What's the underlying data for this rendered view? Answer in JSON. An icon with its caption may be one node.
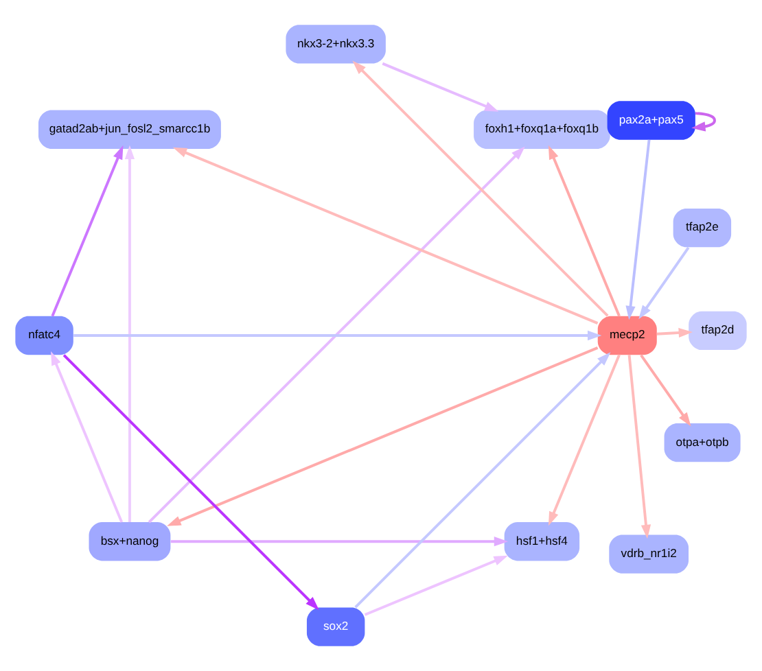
{
  "diagram": {
    "nodes": [
      {
        "text": [
          "nkx3-2+nkx3.3"
        ]
      },
      {
        "text": [
          "vdrb_nr1i2"
        ]
      },
      {
        "text": [
          "gatad2ab+jun_fosl2_smarcc1b"
        ]
      },
      {
        "text": [
          "bsx+nanog"
        ]
      },
      {
        "text": [
          "otpa+otpb"
        ]
      },
      {
        "text": [
          "hsf1+hsf4"
        ]
      },
      {
        "text": [
          "mecp2"
        ]
      },
      {
        "text": [
          "foxh1+foxq1a+foxq1b"
        ]
      },
      {
        "text": [
          "tfap2e"
        ]
      },
      {
        "text": [
          "tfap2d"
        ]
      },
      {
        "text": [
          "nfatc4"
        ]
      },
      {
        "text": [
          "pax2a+pax5"
        ]
      },
      {
        "text": [
          "sox2"
        ]
      }
    ],
    "edges": [
      {
        "from": 6,
        "to": 0,
        "arrow": "to"
      },
      {
        "from": 6,
        "to": 1,
        "arrow": "to"
      },
      {
        "from": 6,
        "to": 2,
        "arrow": "to"
      },
      {
        "from": 6,
        "to": 3,
        "arrow": "to",
        "color": "#ffaaaa"
      },
      {
        "from": 6,
        "to": 4,
        "arrow": "to",
        "color": "#ffaaaa"
      },
      {
        "from": 6,
        "to": 5,
        "arrow": "to"
      },
      {
        "from": 6,
        "to": 7,
        "arrow": "to",
        "color": "#ffaaaa"
      },
      {
        "from": 6,
        "to": 9,
        "arrow": "to"
      },
      {
        "from": 3,
        "to": 2,
        "arrow": "to",
        "color": "#eeccff"
      },
      {
        "from": 3,
        "to": 5,
        "arrow": "to",
        "color": "#e0aaff"
      },
      {
        "from": 3,
        "to": 7,
        "arrow": "to",
        "color": "#e6bbff"
      },
      {
        "from": 3,
        "to": 10,
        "arrow": "to",
        "color": "#eec4ff"
      },
      {
        "from": 0,
        "to": 7,
        "arrow": "to",
        "color": "#e6bbff"
      },
      {
        "from": 8,
        "to": 6,
        "arrow": "to",
        "color": "#c4c8ff"
      },
      {
        "from": 10,
        "to": 6,
        "arrow": "to",
        "color": "#c4c8ff"
      },
      {
        "from": 10,
        "to": 2,
        "arrow": "to",
        "color": "#cc77ff"
      },
      {
        "from": 10,
        "to": 12,
        "arrow": "to",
        "color": "#bb33ff"
      },
      {
        "from": 12,
        "to": 6,
        "arrow": "to",
        "color": "#c4c8ff"
      },
      {
        "from": 12,
        "to": 5,
        "arrow": "to",
        "color": "#eec4ff"
      },
      {
        "from": 11,
        "to": 6,
        "arrow": "to",
        "color": "#bbbfff"
      },
      {
        "from": 11,
        "to": 11,
        "arrow": "to",
        "color": "#cc66ee"
      }
    ]
  }
}
